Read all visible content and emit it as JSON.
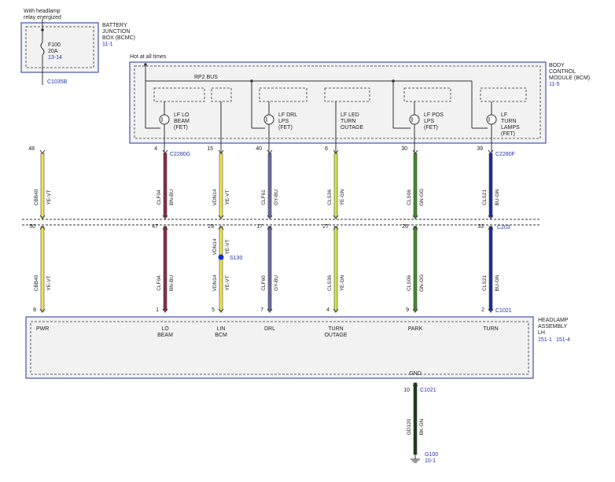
{
  "colors": {
    "yellow": "#f2e54a",
    "violet_red": "#8b2a45",
    "grey_violet": "#6a6aa0",
    "yellow_green": "#d2e64a",
    "green_orange": "#3f8a2a",
    "blue_green": "#1a2aa6",
    "black_green": "#1a3a1a",
    "ref_text": "#2233aa",
    "splice_dot": "#1133dd",
    "box_fill": "#f2f2f2",
    "line": "#333333"
  },
  "top_note": [
    "With headlamp",
    "relay energized"
  ],
  "bjb": {
    "title": [
      "BATTERY",
      "JUNCTION",
      "BOX (BCMC)"
    ],
    "ref": "11-1",
    "fuse_name": "F100",
    "fuse_rating": "20A",
    "fuse_ref": "13-14"
  },
  "bcm": {
    "hot_label": "Hot at all times",
    "title": [
      "BODY",
      "CONTROL",
      "MODULE (BCM)"
    ],
    "ref": "11-5",
    "bus_label": "RP2 BUS",
    "fets": [
      {
        "label": [
          "LF LO",
          "BEAM",
          "(FET)"
        ]
      },
      {
        "label": [
          "LF DRL",
          "LPS",
          "(FET)"
        ]
      },
      {
        "label": [
          "LF LED",
          "TURN",
          "OUTAGE"
        ]
      },
      {
        "label": [
          "LF POS",
          "LPS",
          "(FET)"
        ]
      },
      {
        "label": [
          "LF",
          "TURN",
          "LAMPS",
          "(FET)"
        ]
      }
    ]
  },
  "connectors": {
    "bjb_out": "C1035B",
    "bcm_out_left": "C2280G",
    "bcm_out_right": "C2280F",
    "inline": "C203",
    "headlamp": "C1021",
    "ground": "C1021",
    "splice": "S130"
  },
  "wires": [
    {
      "pin_top": "48",
      "circuit_top": "CBB40",
      "color_top": "YE-VT",
      "pin_mid": "50",
      "circuit_bot": "CBB40",
      "color_bot": "YE-VT",
      "pin_bot": "8",
      "function": [
        "PWR"
      ],
      "swatch": "yellow"
    },
    {
      "pin_top": "4",
      "circuit_top": "CLF04",
      "color_top": "BN-BU",
      "pin_mid": "47",
      "circuit_bot": "CLF04",
      "color_bot": "BN-BU",
      "pin_bot": "1",
      "function": [
        "LO",
        "BEAM"
      ],
      "swatch": "violet_red"
    },
    {
      "pin_top": "15",
      "circuit_top": "VDN14",
      "color_top": "YE-VT",
      "pin_mid": "29",
      "circuit_mid": "VDN14",
      "color_mid": "YE-VT",
      "circuit_bot": "VDN14",
      "color_bot": "YE-VT",
      "pin_bot": "5",
      "function": [
        "LIN",
        "BCM"
      ],
      "swatch": "yellow"
    },
    {
      "pin_top": "40",
      "circuit_top": "CLF61",
      "color_top": "GY-BU",
      "pin_mid": "17",
      "circuit_bot": "CLF60",
      "color_bot": "GY-BU",
      "pin_bot": "7",
      "function": [
        "DRL"
      ],
      "swatch": "grey_violet"
    },
    {
      "pin_top": "6",
      "circuit_top": "CLS36",
      "color_top": "YE-GN",
      "pin_mid": "27",
      "circuit_bot": "CLS36",
      "color_bot": "YE-GN",
      "pin_bot": "4",
      "function": [
        "TURN",
        "OUTAGE"
      ],
      "swatch": "yellow_green"
    },
    {
      "pin_top": "30",
      "circuit_top": "CLS06",
      "color_top": "GN-OG",
      "pin_mid": "26",
      "circuit_bot": "CLS06",
      "color_bot": "GN-OG",
      "pin_bot": "9",
      "function": [
        "PARK"
      ],
      "swatch": "green_orange"
    },
    {
      "pin_top": "39",
      "circuit_top": "CLS21",
      "color_top": "BU-GN",
      "pin_mid": "33",
      "circuit_bot": "CLS21",
      "color_bot": "BU-GN",
      "pin_bot": "2",
      "function": [
        "TURN"
      ],
      "swatch": "blue_green"
    }
  ],
  "headlamp": {
    "title": [
      "HEADLAMP",
      "ASSEMBLY",
      "LH"
    ],
    "refs": [
      "151-1",
      "151-4"
    ],
    "gnd_label": "GND"
  },
  "ground": {
    "pin": "10",
    "circuit": "GD120",
    "color": "BK-GN",
    "swatch": "black_green",
    "point": "G100",
    "ref": "10-1"
  }
}
